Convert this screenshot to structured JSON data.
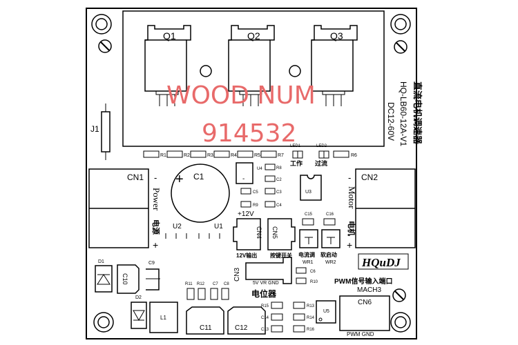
{
  "board": {
    "model_line1": "直流电机调速器",
    "model_line2": "HQ-LB60-12A-V1",
    "model_line3": "DC12-60V",
    "logo": "HQuDJ"
  },
  "watermark": {
    "line1": "WOOD NUM",
    "line2": "914532"
  },
  "transistors": [
    "Q1",
    "Q2",
    "Q3"
  ],
  "connectors": {
    "j1": "J1",
    "cn1": "CN1",
    "cn1_minus": "-",
    "cn1_plus": "+",
    "cn1_en": "Power",
    "cn1_cn": "电源",
    "cn2": "CN2",
    "cn2_minus": "-",
    "cn2_plus": "+",
    "cn2_en": "Motor",
    "cn2_cn": "电机",
    "cn3": "CN3",
    "cn3_pins": "5V  VR GND",
    "cn3_cn": "电位器",
    "cn4": "CN4",
    "cn5": "CN5",
    "cn6": "CN6",
    "cn6_pins": "PWM     GND",
    "cn6_title": "PWM信号输入端口",
    "cn6_sub": "MACH3"
  },
  "resistors_top": [
    "R1",
    "R2",
    "R3",
    "R4",
    "R5",
    "R7",
    "R6"
  ],
  "leds": {
    "led1": "LED1",
    "led2": "LED2",
    "led1_cn": "工作",
    "led2_cn": "过流"
  },
  "components": {
    "c1": "C1",
    "c1_plus": "+",
    "u1": "U1",
    "u2": "U2",
    "u3": "U3",
    "u4": "U4",
    "r8": "R8",
    "r9": "R9",
    "c2": "C2",
    "c3": "C3",
    "c4": "C4",
    "c5": "C5",
    "c15": "C15",
    "c16": "C16",
    "wr1": "WR1",
    "wr2": "WR2",
    "wr1_cn": "电流调",
    "wr2_cn": "软启动",
    "v12": "+12V",
    "cn4_cn": "12V输出",
    "cn5_cn": "按键开关",
    "d1": "D1",
    "d2": "D2",
    "c9": "C9",
    "c10": "C10",
    "l1": "L1",
    "r11": "R11",
    "r12": "R12",
    "c7": "C7",
    "c8": "C8",
    "c11": "C11",
    "c12": "C12",
    "c6": "C6",
    "r10": "R10",
    "r15": "R15",
    "c14": "C14",
    "c13": "C13",
    "r13": "R13",
    "r14": "R14",
    "r16": "R16",
    "u5": "U5"
  }
}
